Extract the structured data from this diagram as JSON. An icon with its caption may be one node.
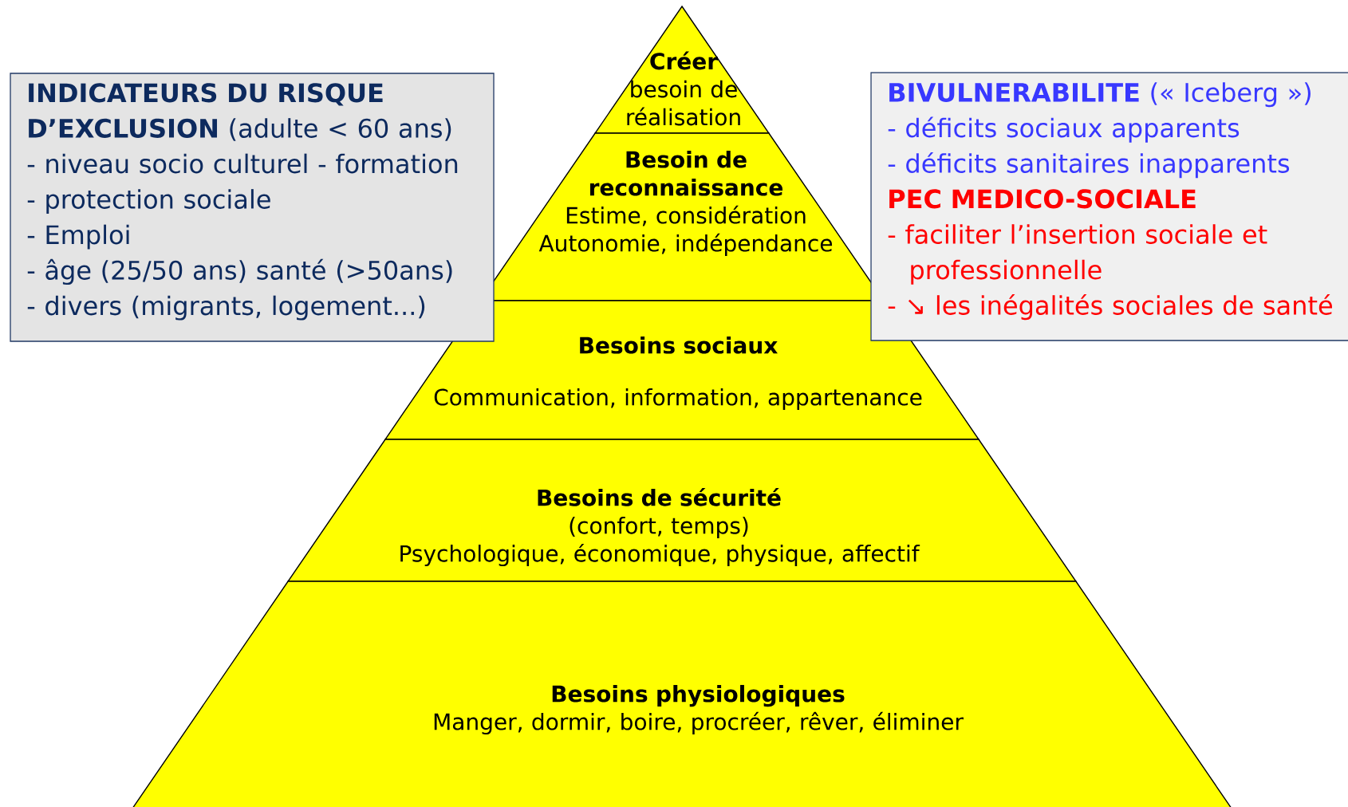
{
  "diagram": {
    "nodes": [
      {
        "text": [
          "Créer",
          "besoin de réalisation"
        ]
      },
      {
        "text": [
          "Besoin de reconnaissance",
          "Estime, considération",
          "Autonomie, indépendance"
        ]
      },
      {
        "text": [
          "Besoins sociaux",
          "Communication, information, appartenance"
        ]
      },
      {
        "text": [
          "Besoins de sécurité",
          "(confort, temps)",
          "Psychologique, économique, physique, affectif"
        ]
      },
      {
        "text": [
          "Besoins physiologiques",
          "Manger, dormir, boire, procréer, rêver, éliminer"
        ]
      },
      {
        "text": [
          "**INDICATEURS DU RISQUE D’EXCLUSION** (adulte < 60 ans)",
          "- niveau socio culturel - formation",
          "- protection sociale",
          "- Emploi",
          "- âge (25/50 ans) santé (>50ans)",
          "- divers (migrants, logement...)"
        ]
      },
      {
        "text": [
          "**BIVULNERABILITE** (« Iceberg »)",
          "- déficits sociaux apparents",
          "- déficits sanitaires inapparents",
          "PEC MEDICO-SOCIALE",
          "- faciliter l’insertion sociale et professionnelle",
          "- ↘ les inégalités sociales de santé"
        ]
      }
    ]
  }
}
